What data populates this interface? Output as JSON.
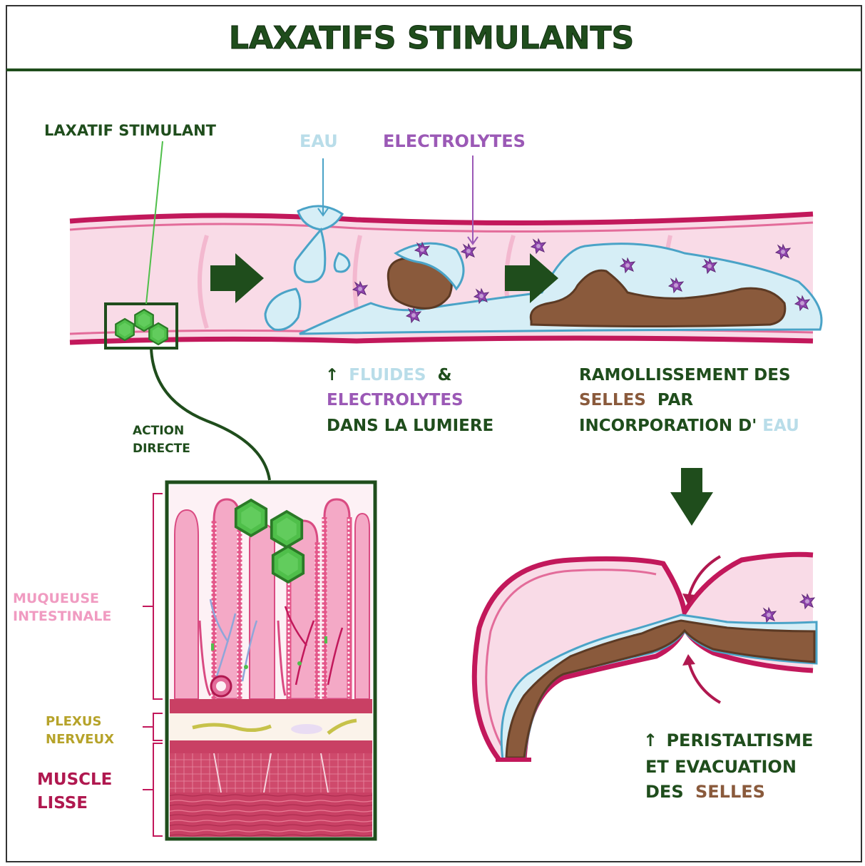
{
  "title": "LAXATIFS STIMULANTS",
  "colors": {
    "green": "#1f4d1c",
    "hex_green": "#4fbf4a",
    "water": "#b9dde9",
    "electrolyte": "#9b59b6",
    "stool": "#8a5a3c",
    "pink": "#c2185b",
    "mucosa_label": "#f09bc1",
    "nerve_label": "#b6a32a",
    "muscle_label": "#b0184f"
  },
  "labels": {
    "laxatif": "LAXATIF STIMULANT",
    "eau": "EAU",
    "electrolytes": "ELECTROLYTES",
    "action_line1": "ACTION",
    "action_line2": "DIRECTE",
    "fluids": {
      "arrow": "↑",
      "fluides": "FLUIDES",
      "amp": "&",
      "electrolytes": "ELECTROLYTES",
      "line3": "DANS LA LUMIERE"
    },
    "ramollissement": {
      "line1": "RAMOLLISSEMENT DES",
      "selles": "SELLES",
      "par": "PAR",
      "line3": "INCORPORATION D'",
      "eau": "EAU"
    },
    "peristaltisme": {
      "arrow": "↑",
      "line1": "PERISTALTISME",
      "line2": "ET EVACUATION",
      "des": "DES",
      "selles": "SELLES"
    },
    "muqueuse_line1": "MUQUEUSE",
    "muqueuse_line2": "INTESTINALE",
    "plexus_line1": "PLEXUS",
    "plexus_line2": "NERVEUX",
    "muscle_line1": "MUSCLE",
    "muscle_line2": "LISSE"
  },
  "icons": {
    "electrolyte": "electrolyte-star-icon",
    "drug": "hexagon-molecule-icon",
    "flow_arrow": "right-arrow-icon",
    "down_arrow": "down-arrow-icon"
  }
}
